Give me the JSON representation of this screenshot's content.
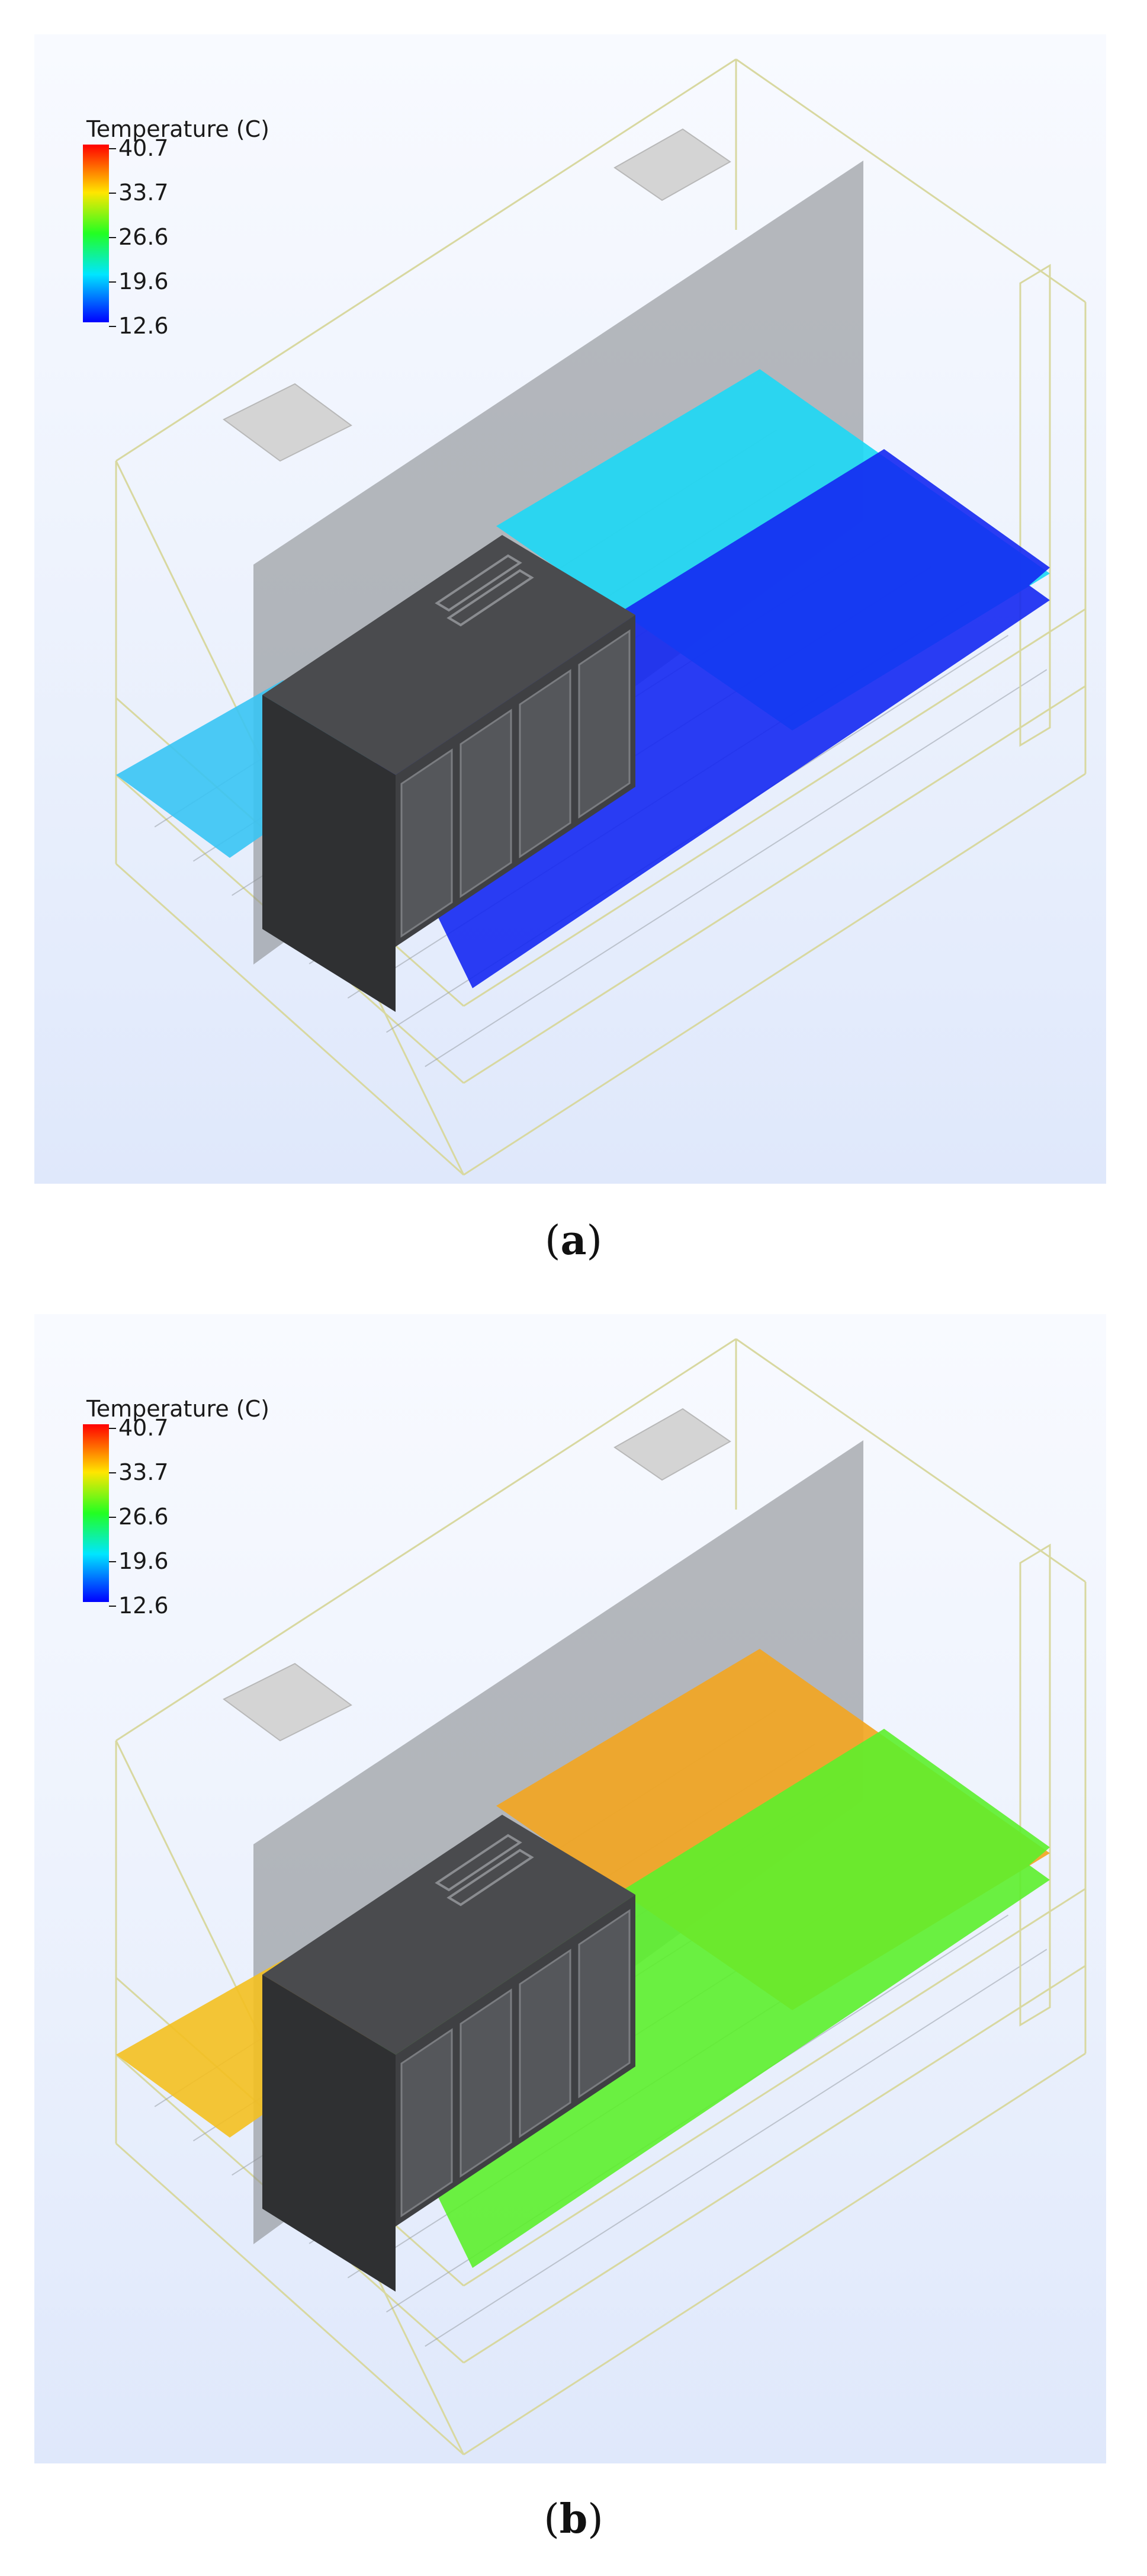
{
  "legend": {
    "title": "Temperature (C)",
    "ticks": [
      "40.7",
      "33.7",
      "26.6",
      "19.6",
      "12.6"
    ]
  },
  "panels": [
    {
      "label": "a",
      "upper_plane_color": "#20d8f4",
      "lower_plane_color": "#1428f2",
      "left_plane_color": "#38c4f4"
    },
    {
      "label": "b",
      "upper_plane_color": "#f2a623",
      "lower_plane_color": "#5cf02c",
      "left_plane_color": "#f4c020"
    }
  ],
  "colors": {
    "colorbar": [
      "#ff0000",
      "#ffe600",
      "#22ff22",
      "#00e6ff",
      "#0000ff"
    ],
    "room_edges": "#d8d8a0",
    "partition": "#8c8f93",
    "rack": "#3f4043"
  }
}
